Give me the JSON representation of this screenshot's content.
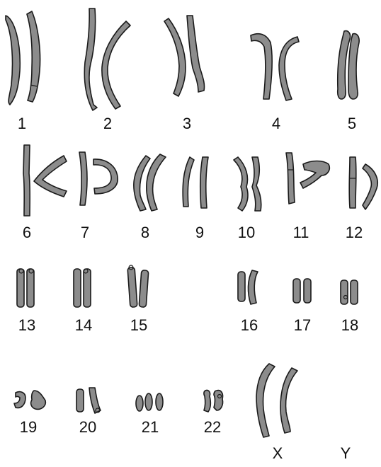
{
  "karyotype": {
    "pairs": [
      {
        "label": "1"
      },
      {
        "label": "2"
      },
      {
        "label": "3"
      },
      {
        "label": "4"
      },
      {
        "label": "5"
      },
      {
        "label": "6"
      },
      {
        "label": "7"
      },
      {
        "label": "8"
      },
      {
        "label": "9"
      },
      {
        "label": "10"
      },
      {
        "label": "11"
      },
      {
        "label": "12"
      },
      {
        "label": "13"
      },
      {
        "label": "14"
      },
      {
        "label": "15"
      },
      {
        "label": "16"
      },
      {
        "label": "17"
      },
      {
        "label": "18"
      },
      {
        "label": "19"
      },
      {
        "label": "20"
      },
      {
        "label": "21"
      },
      {
        "label": "22"
      },
      {
        "label": "X"
      },
      {
        "label": "Y"
      }
    ]
  }
}
